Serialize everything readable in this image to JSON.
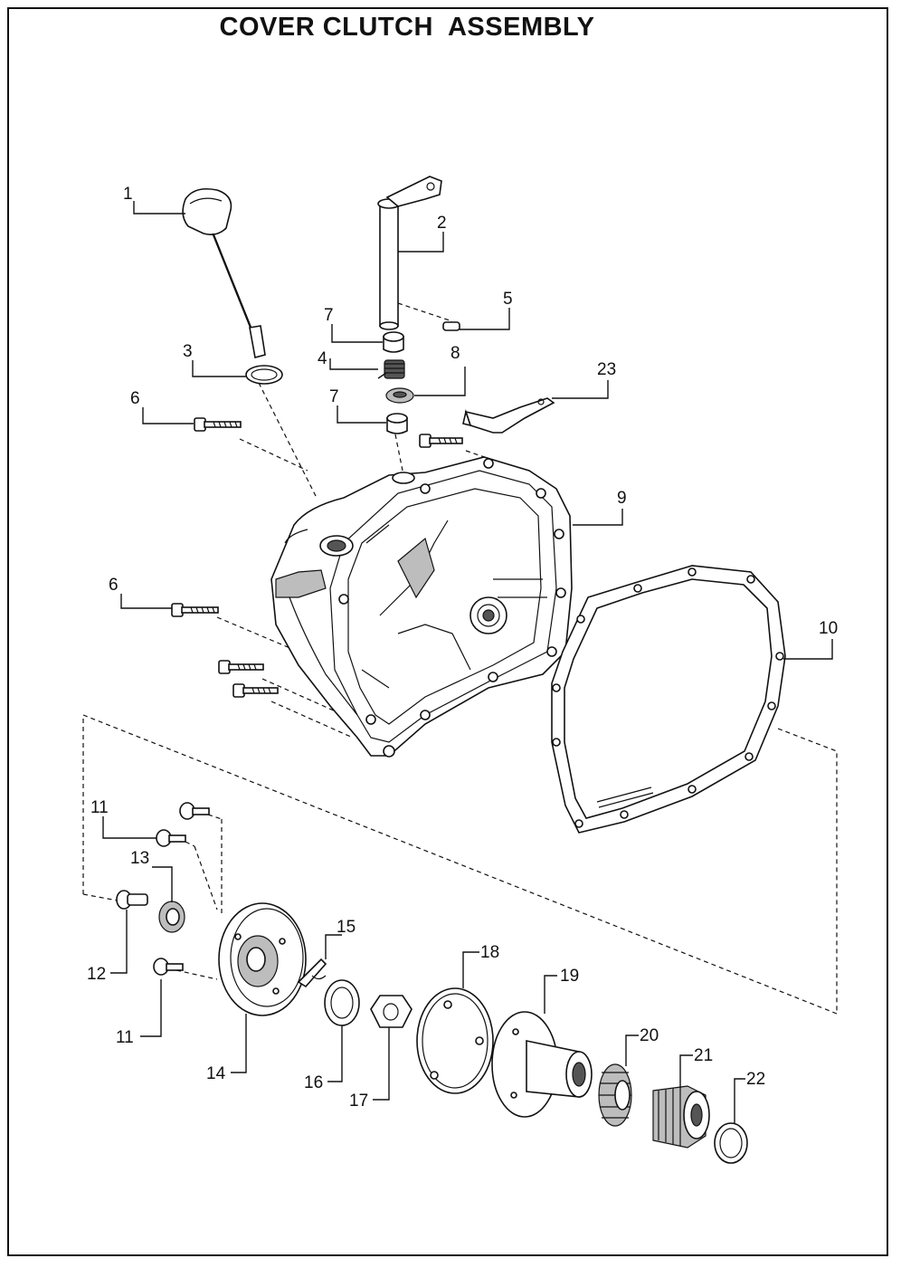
{
  "title": "COVER CLUTCH  ASSEMBLY",
  "callouts": [
    {
      "id": "1",
      "text": "1"
    },
    {
      "id": "2",
      "text": "2"
    },
    {
      "id": "3",
      "text": "3"
    },
    {
      "id": "4",
      "text": "4"
    },
    {
      "id": "5",
      "text": "5"
    },
    {
      "id": "6a",
      "text": "6"
    },
    {
      "id": "6b",
      "text": "6"
    },
    {
      "id": "7a",
      "text": "7"
    },
    {
      "id": "7b",
      "text": "7"
    },
    {
      "id": "8",
      "text": "8"
    },
    {
      "id": "9",
      "text": "9"
    },
    {
      "id": "10",
      "text": "10"
    },
    {
      "id": "11a",
      "text": "11"
    },
    {
      "id": "11b",
      "text": "11"
    },
    {
      "id": "12",
      "text": "12"
    },
    {
      "id": "13",
      "text": "13"
    },
    {
      "id": "14",
      "text": "14"
    },
    {
      "id": "15",
      "text": "15"
    },
    {
      "id": "16",
      "text": "16"
    },
    {
      "id": "17",
      "text": "17"
    },
    {
      "id": "18",
      "text": "18"
    },
    {
      "id": "19",
      "text": "19"
    },
    {
      "id": "20",
      "text": "20"
    },
    {
      "id": "21",
      "text": "21"
    },
    {
      "id": "22",
      "text": "22"
    },
    {
      "id": "23",
      "text": "23"
    }
  ]
}
